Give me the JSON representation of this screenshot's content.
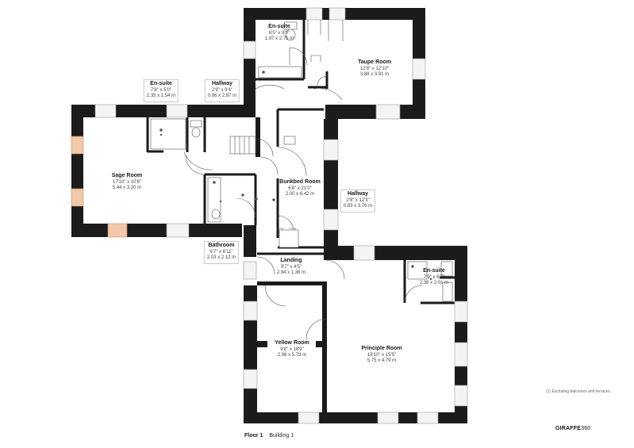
{
  "rooms": [
    {
      "id": "ensuite-top",
      "name": "En-suite",
      "dim_imperial": "6'5\" x 9'0\"",
      "dim_metric": "1.97 x 2.75 m",
      "boxed": false
    },
    {
      "id": "taupe",
      "name": "Taupe Room",
      "dim_imperial": "12'8\" x 12'10\"",
      "dim_metric": "3.88 x 3.91 m",
      "boxed": false
    },
    {
      "id": "ensuite-left",
      "name": "En-suite",
      "dim_imperial": "7'8\" x 5'0\"",
      "dim_metric": "2.35 x 1.54 m",
      "boxed": true
    },
    {
      "id": "hallway-top",
      "name": "Hallway",
      "dim_imperial": "2'9\" x 9'4\"",
      "dim_metric": "0.86 x 2.87 m",
      "boxed": true
    },
    {
      "id": "sage",
      "name": "Sage Room",
      "dim_imperial": "17'10\" x 10'6\"",
      "dim_metric": "5.44 x 3.20 m",
      "boxed": false
    },
    {
      "id": "bunkbed",
      "name": "Bunkbed Room",
      "dim_imperial": "6'6\" x 21'0\"",
      "dim_metric": "2.00 x 6.42 m",
      "boxed": false
    },
    {
      "id": "hallway-right",
      "name": "Hallway",
      "dim_imperial": "2'8\" x 12'3\"",
      "dim_metric": "0.83 x 3.76 m",
      "boxed": true
    },
    {
      "id": "bathroom",
      "name": "Bathroom",
      "dim_imperial": "6'7\" x 6'11\"",
      "dim_metric": "2.03 x 2.12 m",
      "boxed": true
    },
    {
      "id": "landing",
      "name": "Landing",
      "dim_imperial": "9'7\" x 4'5\"",
      "dim_metric": "2.94 x 1.36 m",
      "boxed": false
    },
    {
      "id": "ensuite-right",
      "name": "En-suite",
      "dim_imperial": "7'9\" x 6'7\"",
      "dim_metric": "2.38 x 2.01 m",
      "boxed": false
    },
    {
      "id": "yellow",
      "name": "Yellow Room",
      "dim_imperial": "9'8\" x 18'9\"",
      "dim_metric": "2.96 x 5.73 m",
      "boxed": false
    },
    {
      "id": "principle",
      "name": "Principle Room",
      "dim_imperial": "18'10\" x 15'5\"",
      "dim_metric": "5.75 x 4.79 m",
      "boxed": false
    }
  ],
  "footer": {
    "floor": "Floor 1",
    "building": "Building 1"
  },
  "note": "(1) Excluding balconies and terraces",
  "brand": {
    "strong": "GIRAFFE",
    "rest": "360"
  },
  "colors": {
    "wall": "#1b1b1b",
    "window": "#f4f4f4",
    "highlight": "#f2c9a8",
    "line": "#555555"
  }
}
